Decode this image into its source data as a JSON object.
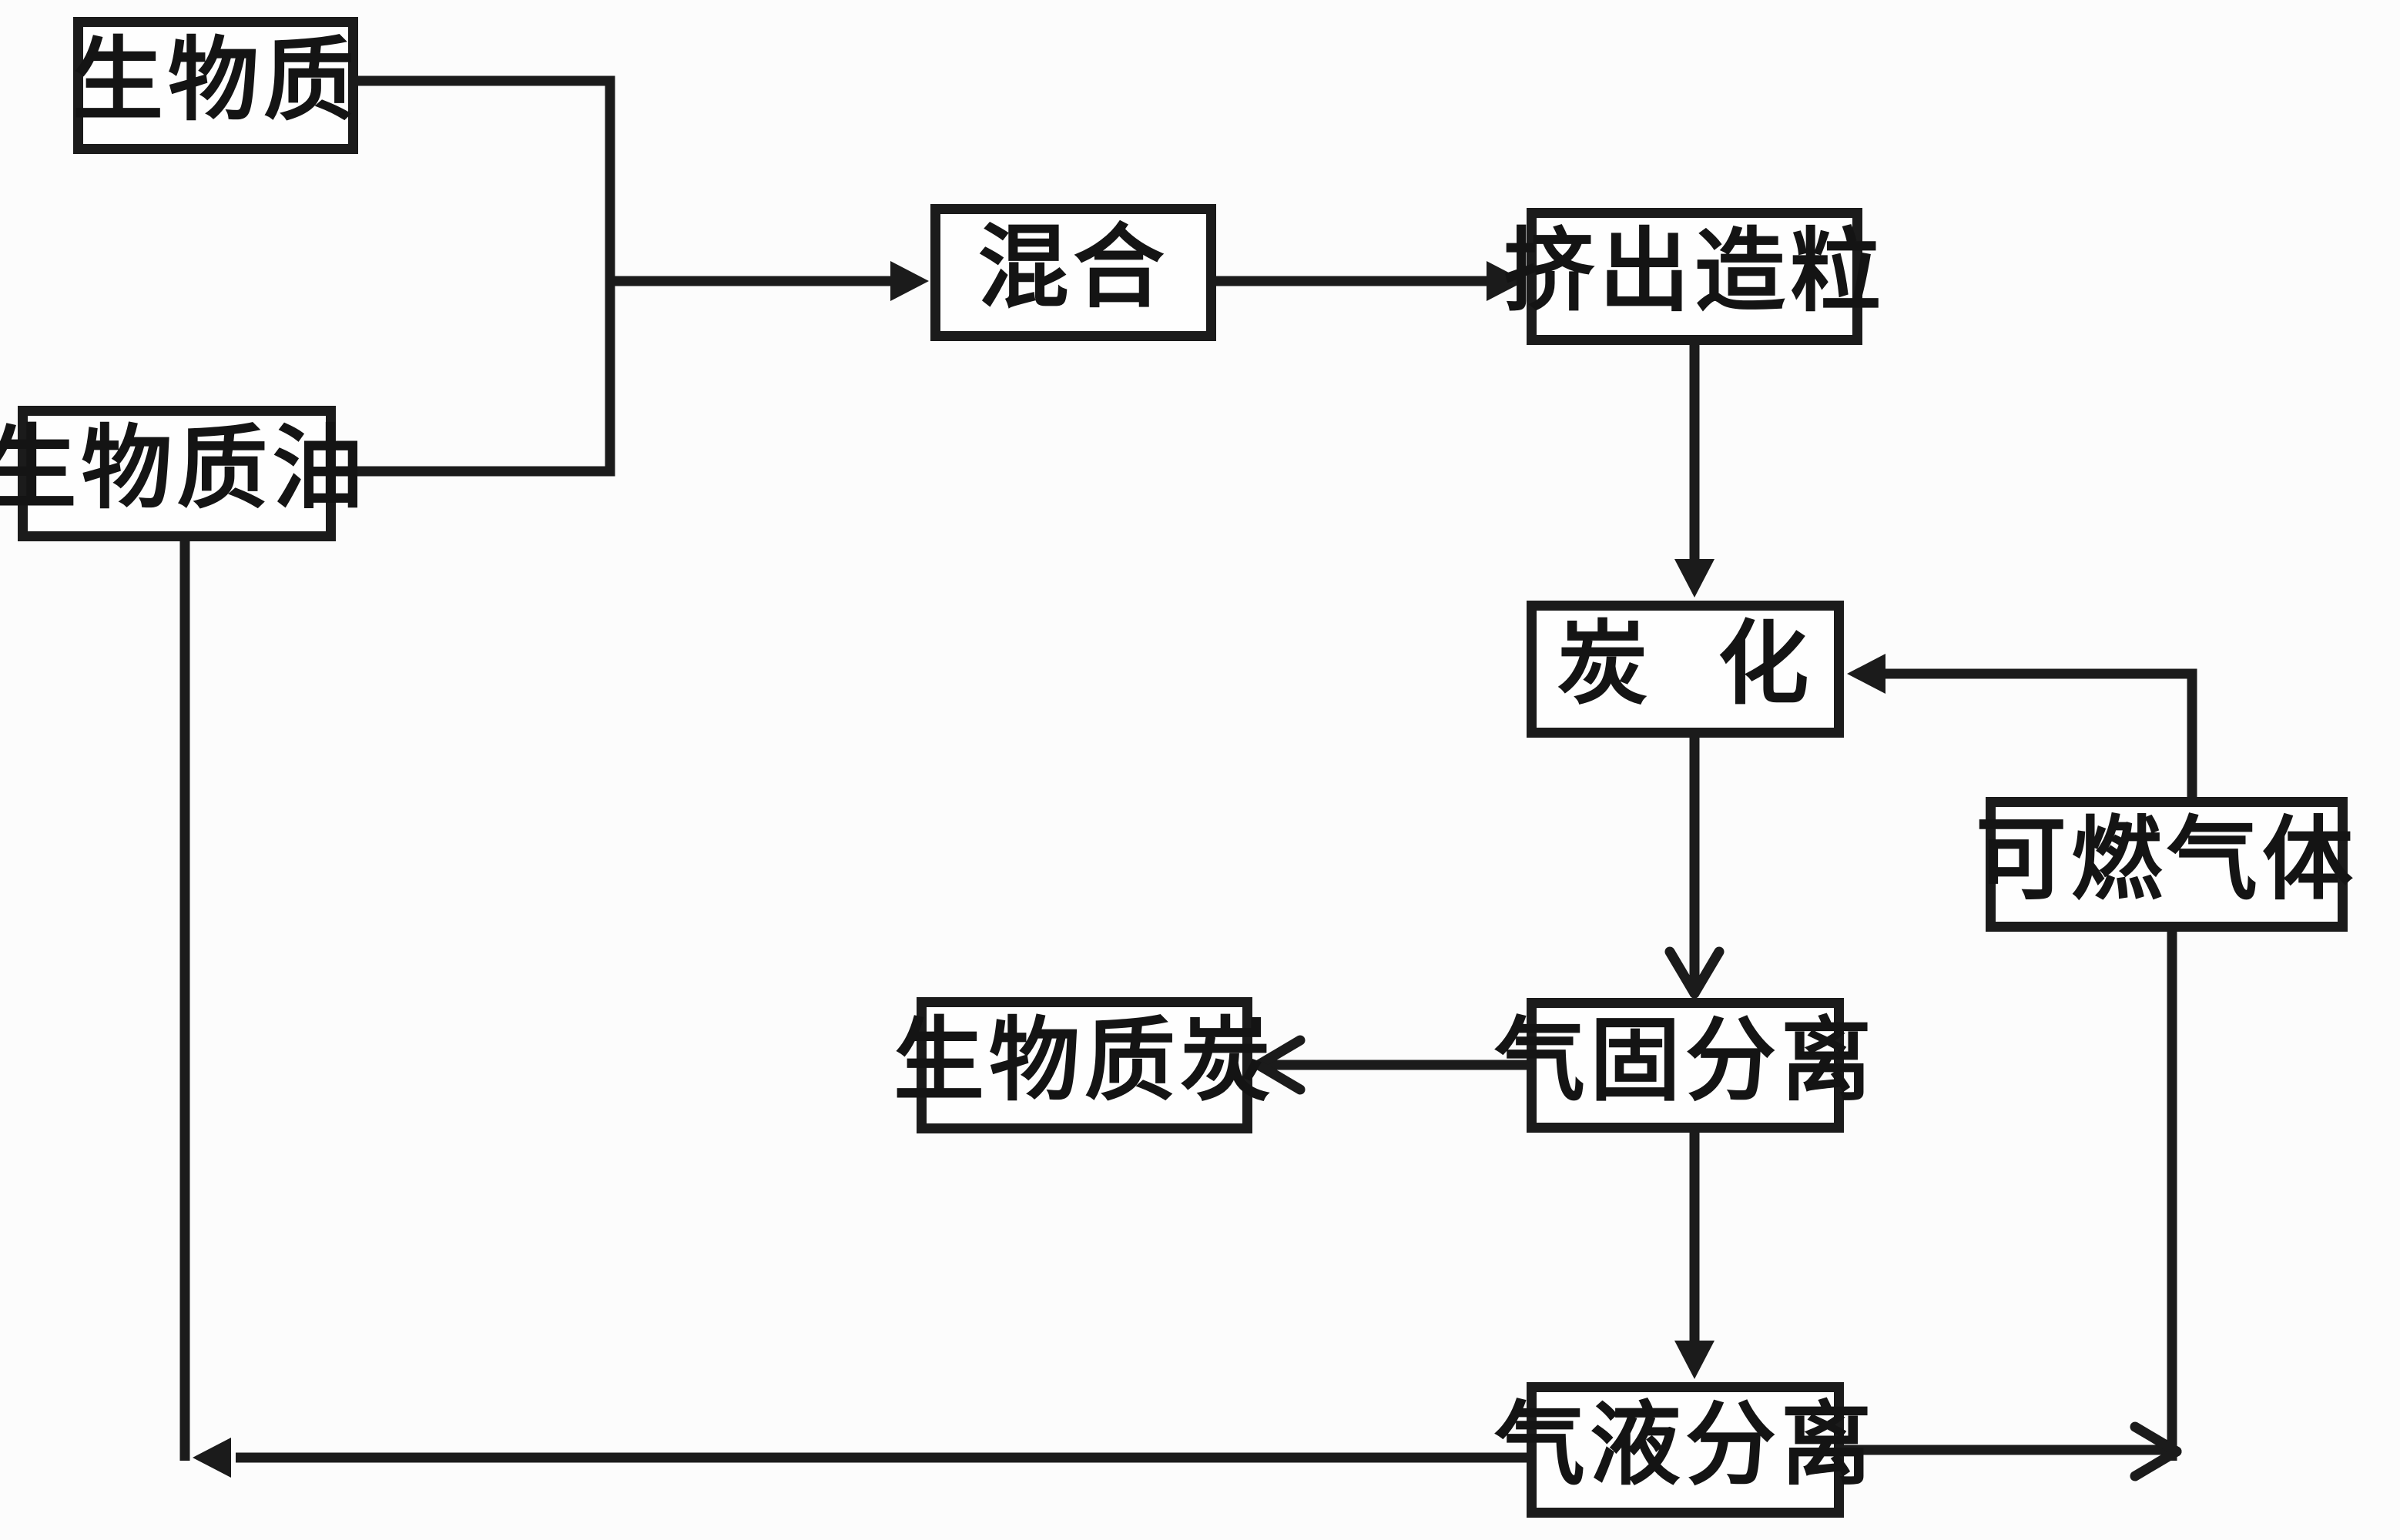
{
  "diagram": {
    "colors": {
      "background": "#fcfcfc",
      "line": "#1b1b1b",
      "box_fill": "#fefefe",
      "text": "#141414"
    },
    "boxes": [
      {
        "id": "biomass",
        "label": "生物质"
      },
      {
        "id": "biomass-oil",
        "label": "生物质油"
      },
      {
        "id": "mixing",
        "label": "混合"
      },
      {
        "id": "extrusion-granulation",
        "label": "挤出造粒"
      },
      {
        "id": "carbonization",
        "label": "炭 化"
      },
      {
        "id": "combustible-gas",
        "label": "可燃气体"
      },
      {
        "id": "gas-solid-separation",
        "label": "气固分离"
      },
      {
        "id": "biomass-char",
        "label": "生物质炭"
      },
      {
        "id": "gas-liquid-separation",
        "label": "气液分离"
      }
    ],
    "flows": [
      {
        "from": "生物质",
        "to": "混合",
        "arrowhead": "filled"
      },
      {
        "from": "生物质油",
        "to": "混合",
        "arrowhead": "filled"
      },
      {
        "from": "混合",
        "to": "挤出造粒",
        "arrowhead": "filled"
      },
      {
        "from": "挤出造粒",
        "to": "炭 化",
        "arrowhead": "filled"
      },
      {
        "from": "炭 化",
        "to": "气固分离",
        "arrowhead": "open"
      },
      {
        "from": "气固分离",
        "to": "生物质炭",
        "arrowhead": "open"
      },
      {
        "from": "气固分离",
        "to": "气液分离",
        "arrowhead": "filled"
      },
      {
        "from": "气液分离",
        "to": "可燃气体",
        "arrowhead": "open"
      },
      {
        "from": "可燃气体",
        "to": "炭 化",
        "arrowhead": "filled"
      },
      {
        "from": "气液分离",
        "to": "生物质油",
        "arrowhead": "filled"
      }
    ]
  }
}
